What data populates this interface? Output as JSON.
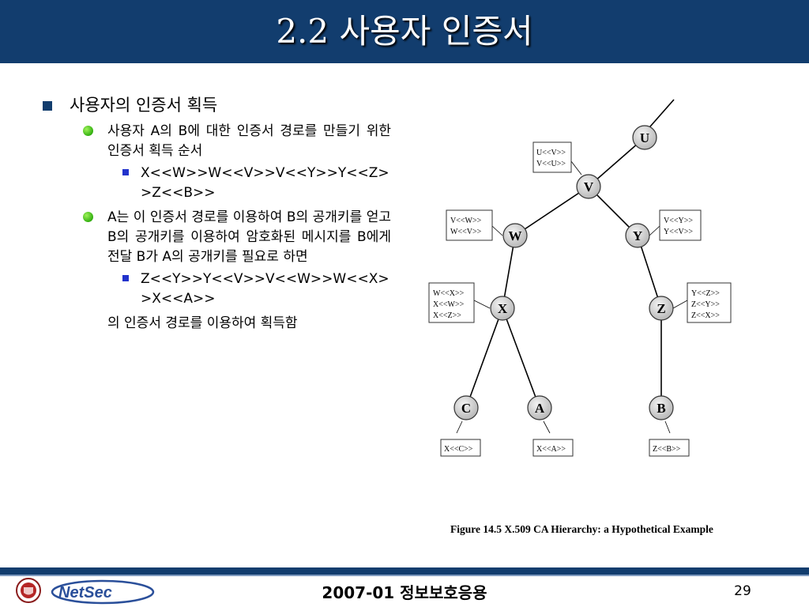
{
  "slide": {
    "title": "2.2 사용자 인증서",
    "colors": {
      "title_bar": "#123d6e",
      "bullet_green": "#33b010",
      "bullet_blue": "#2233cc"
    }
  },
  "content": {
    "heading": "사용자의 인증서 획득",
    "point1": "사용자 A의 B에 대한 인증서 경로를 만들기 위한 인증서 획득 순서",
    "path1": "X<<W>>W<<V>>V<<Y>>Y<<Z>>Z<<B>>",
    "point2": "A는 이 인증서 경로를 이용하여 B의 공개키를 얻고 B의 공개키를 이용하여  암호화된 메시지를 B에게 전달  B가 A의 공개키를 필요로 하면",
    "path2": "Z<<Y>>Y<<V>>V<<W>>W<<X>>X<<A>>",
    "point2_tail": "의 인증서 경로를 이용하여 획득함"
  },
  "diagram": {
    "nodes": {
      "U": "U",
      "V": "V",
      "W": "W",
      "Y": "Y",
      "X": "X",
      "Z": "Z",
      "C": "C",
      "A": "A",
      "B": "B"
    },
    "cert_boxes": {
      "U_box": [
        "U<<V>>",
        "V<<U>>"
      ],
      "W_box": [
        "V<<W>>",
        "W<<V>>"
      ],
      "Y_box": [
        "V<<Y>>",
        "Y<<V>>"
      ],
      "X_box": [
        "W<<X>>",
        "X<<W>>",
        "X<<Z>>"
      ],
      "Z_box": [
        "Y<<Z>>",
        "Z<<Y>>",
        "Z<<X>>"
      ],
      "C_box": [
        "X<<C>>"
      ],
      "A_box": [
        "X<<A>>"
      ],
      "B_box": [
        "Z<<B>>"
      ]
    },
    "caption": "Figure 14.5  X.509 CA Hierarchy: a Hypothetical Example"
  },
  "footer": {
    "course": "2007-01 정보보호응용",
    "page": "29",
    "logo_text": "NetSec"
  }
}
